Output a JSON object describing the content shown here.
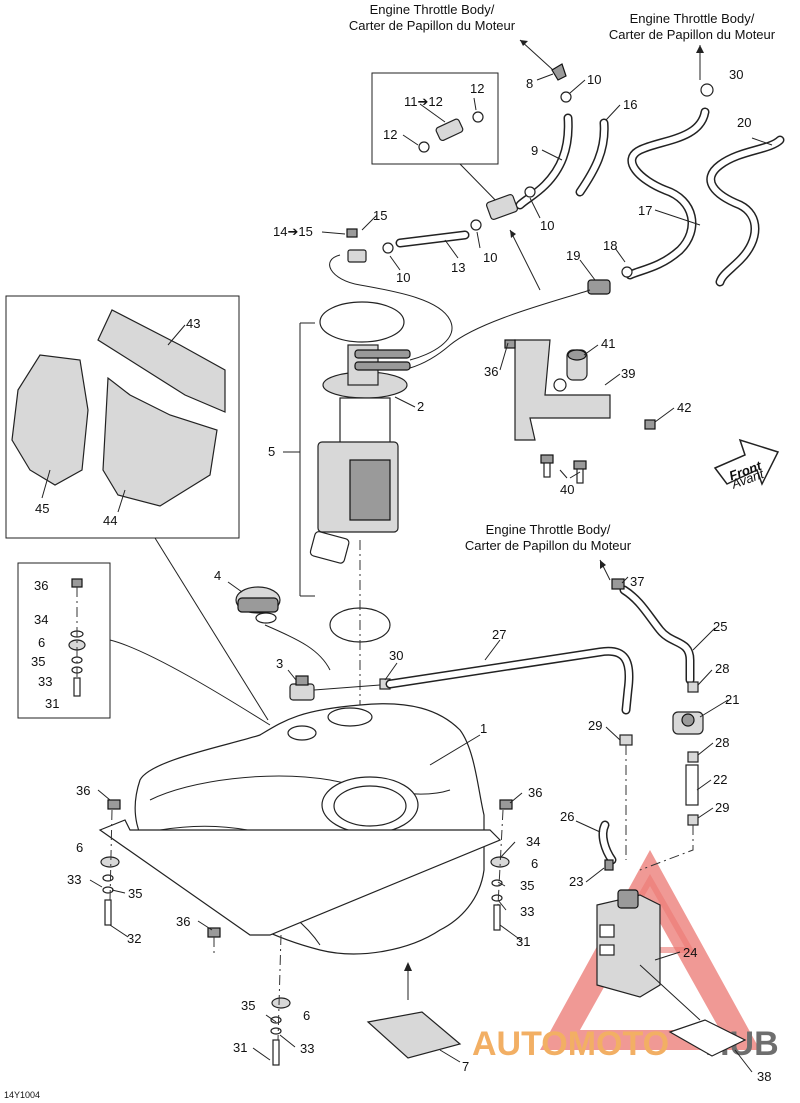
{
  "diagram": {
    "code": "14Y1004",
    "throttle_label_1": "Engine Throttle Body/",
    "throttle_label_2": "Carter de Papillon du Moteur",
    "front_label_1": "Front",
    "front_label_2": "Avant",
    "callouts": {
      "c1": "1",
      "c2": "2",
      "c3": "3",
      "c4": "4",
      "c5": "5",
      "c6a": "6",
      "c6b": "6",
      "c6c": "6",
      "c6d": "6",
      "c7": "7",
      "c8": "8",
      "c9": "9",
      "c10a": "10",
      "c10b": "10",
      "c10c": "10",
      "c10d": "10",
      "c11": "11➔12",
      "c12a": "12",
      "c12b": "12",
      "c13": "13",
      "c14": "14➔15",
      "c15": "15",
      "c16": "16",
      "c17": "17",
      "c18": "18",
      "c19": "19",
      "c20": "20",
      "c21": "21",
      "c22": "22",
      "c23": "23",
      "c24": "24",
      "c25": "25",
      "c26": "26",
      "c27": "27",
      "c28a": "28",
      "c28b": "28",
      "c29a": "29",
      "c29b": "29",
      "c30a": "30",
      "c30b": "30",
      "c31a": "31",
      "c31b": "31",
      "c31c": "31",
      "c32": "32",
      "c33a": "33",
      "c33b": "33",
      "c33c": "33",
      "c33d": "33",
      "c34a": "34",
      "c34b": "34",
      "c35a": "35",
      "c35b": "35",
      "c35c": "35",
      "c35d": "35",
      "c36a": "36",
      "c36b": "36",
      "c36c": "36",
      "c36d": "36",
      "c36e": "36",
      "c37": "37",
      "c38": "38",
      "c39": "39",
      "c40": "40",
      "c41": "41",
      "c42": "42",
      "c43": "43",
      "c44": "44",
      "c45": "45"
    }
  },
  "watermark": {
    "text_orange": "AUTOMOTO",
    "text_dark": "HUB",
    "orange": "#f0a24a",
    "red": "#e8605a",
    "dark": "#555555"
  }
}
